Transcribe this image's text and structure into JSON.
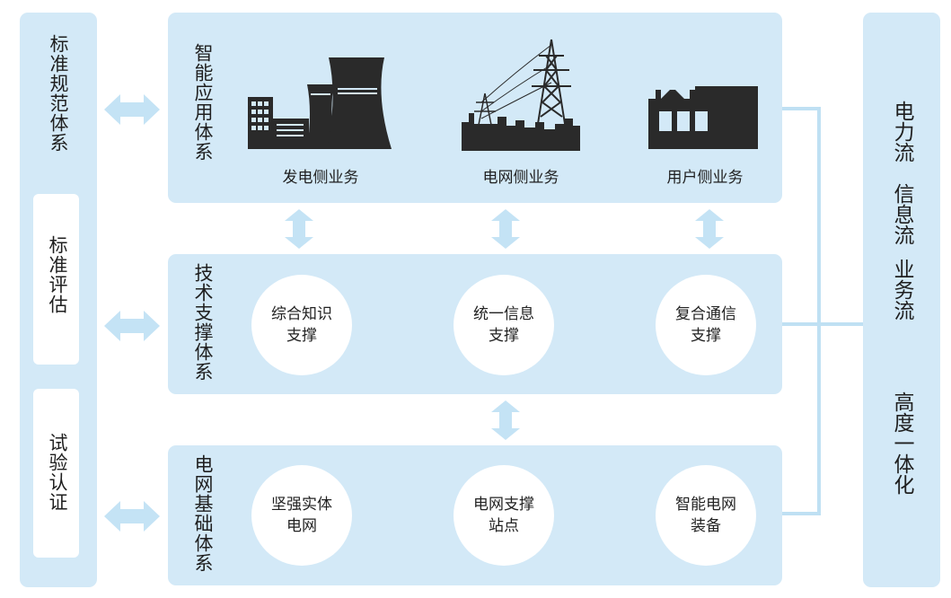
{
  "left": {
    "items": [
      {
        "label": "标准规范体系"
      },
      {
        "label": "标准评估"
      },
      {
        "label": "试验认证"
      }
    ]
  },
  "layers": {
    "application": {
      "title": "智能应用体系",
      "items": [
        "发电侧业务",
        "电网侧业务",
        "用户侧业务"
      ]
    },
    "support": {
      "title": "技术支撑体系",
      "circles": [
        {
          "line1": "综合知识",
          "line2": "支撑"
        },
        {
          "line1": "统一信息",
          "line2": "支撑"
        },
        {
          "line1": "复合通信",
          "line2": "支撑"
        }
      ]
    },
    "foundation": {
      "title": "电网基础体系",
      "circles": [
        {
          "line1": "坚强实体",
          "line2": "电网"
        },
        {
          "line1": "电网支撑",
          "line2": "站点"
        },
        {
          "line1": "智能电网",
          "line2": "装备"
        }
      ]
    }
  },
  "right": {
    "flows": [
      "电力流",
      "信息流",
      "业务流"
    ],
    "integration": "高度一体化"
  },
  "icons": [
    "power-plant-icon",
    "transmission-tower-icon",
    "factory-icon",
    "double-arrow-icon"
  ],
  "colors": {
    "panel": "#d3e9f7",
    "arrow": "#c4e3f5",
    "icon": "#2a2a2a",
    "connector": "#bfe0f3"
  }
}
